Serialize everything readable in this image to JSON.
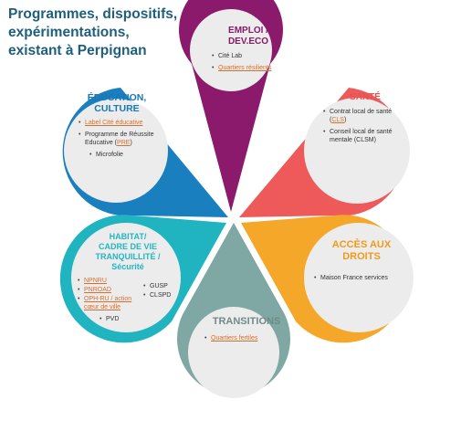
{
  "title": {
    "line1": "Programmes, dispositifs,",
    "line2": "expérimentations,",
    "line3": "existant à Perpignan"
  },
  "colors": {
    "emploi": "#8b1a6c",
    "sante": "#ee5a5a",
    "acces": "#f5a72a",
    "transitions": "#7fa7a4",
    "habitat": "#1fb4c0",
    "education": "#1a7fbf",
    "inner": "#ececec",
    "title": "#1f5f7c",
    "link": "#d7702f"
  },
  "petals": {
    "emploi": {
      "heading_line1": "EMPLOI /",
      "heading_line2": "DEV.ECO",
      "items": [
        "Cité Lab",
        "Quartiers résilients"
      ]
    },
    "education": {
      "heading_line1": "ÉDUCATION,",
      "heading_line2": "CULTURE",
      "items": {
        "label_cite": "Label Cité éducative",
        "pre_prefix": "Programme de Réussite Educative (",
        "pre_abbr": "PRE",
        "pre_suffix": ")",
        "microfolie": "Microfolie"
      }
    },
    "sante": {
      "heading": "SANTÉ",
      "items": {
        "cls_prefix": "Contrat local de santé (",
        "cls_abbr": "CLS",
        "cls_suffix": ")",
        "clsm": "Conseil local de santé mentale (CLSM)"
      }
    },
    "habitat": {
      "heading_line1": "HABITAT/",
      "heading_line2": "CADRE DE VIE",
      "heading_line3": "TRANQUILLITÉ /",
      "heading_line4": "Sécurité",
      "col1": [
        "NPNRU",
        "PNROAD",
        "OPH-RU / action cœur de ville"
      ],
      "col2": [
        "GUSP",
        "CLSPD"
      ],
      "pvd": "PVD"
    },
    "acces": {
      "heading_line1": "ACCÈS AUX",
      "heading_line2": "DROITS",
      "items": [
        "Maison France services"
      ]
    },
    "transitions": {
      "heading": "TRANSITIONS",
      "items": [
        "Quartiers fertiles"
      ]
    }
  }
}
